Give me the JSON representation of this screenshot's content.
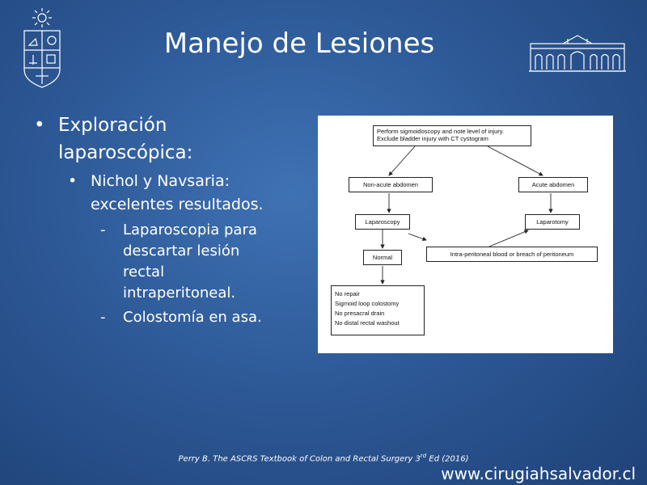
{
  "slide": {
    "title": "Manejo de Lesiones"
  },
  "bullets": {
    "level1": {
      "marker": "•",
      "text_line1": "Exploración",
      "text_line2": "laparoscópica:"
    },
    "level2": {
      "marker": "•",
      "text_line1": "Nichol y Navsaria:",
      "text_line2": "excelentes resultados."
    },
    "level3": [
      {
        "marker": "-",
        "lines": [
          "Laparoscopia para",
          "descartar lesión",
          "rectal",
          "intraperitoneal."
        ]
      },
      {
        "marker": "-",
        "lines": [
          "Colostomía en asa."
        ]
      }
    ]
  },
  "flowchart": {
    "start_line1": "Perform sigmoidoscopy and note level of injury.",
    "start_line2": "Exclude bladder injury with CT cystogram",
    "non_acute": "Non-acute abdomen",
    "acute": "Acute abdomen",
    "laparoscopy": "Laparoscopy",
    "laparotomy": "Laparotomy",
    "normal": "Normal",
    "intraperitoneal": "Intra-peritoneal blood or breach of peritoneum",
    "outcomes": [
      "No repair",
      "Sigmoid loop colostomy",
      "No presacral drain",
      "No distal rectal washout"
    ]
  },
  "footer": {
    "citation_main": "Perry B. The ASCRS Textbook of Colon and Rectal Surgery 3",
    "citation_sup": "rd",
    "citation_end": " Ed (2016)",
    "website": "www.cirugiahsalvador.cl"
  },
  "icons": {
    "left_logo": "university-crest-icon",
    "right_logo": "hospital-building-icon"
  },
  "colors": {
    "background": "#2e5a98",
    "text": "#ffffff"
  }
}
